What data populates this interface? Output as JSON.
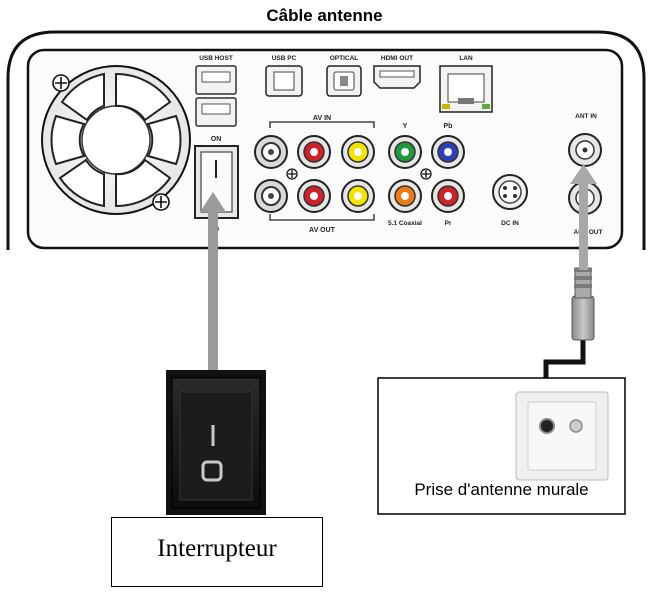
{
  "title": "Câble antenne",
  "panel_labels": {
    "usb_host": "USB HOST",
    "usb_pc": "USB PC",
    "optical": "OPTICAL",
    "hdmi_out": "HDMI OUT",
    "lan": "LAN",
    "av_in": "AV IN",
    "av_out": "AV OUT",
    "y": "Y",
    "pb": "Pb",
    "pr": "Pr",
    "coaxial": "5.1 Coaxial",
    "dc_in": "DC IN",
    "ant_in": "ANT IN",
    "ant_out": "ANT OUT",
    "on": "ON",
    "off": "O"
  },
  "switch_label": "Interrupteur",
  "wall_socket_label": "Prise d'antenne murale"
}
